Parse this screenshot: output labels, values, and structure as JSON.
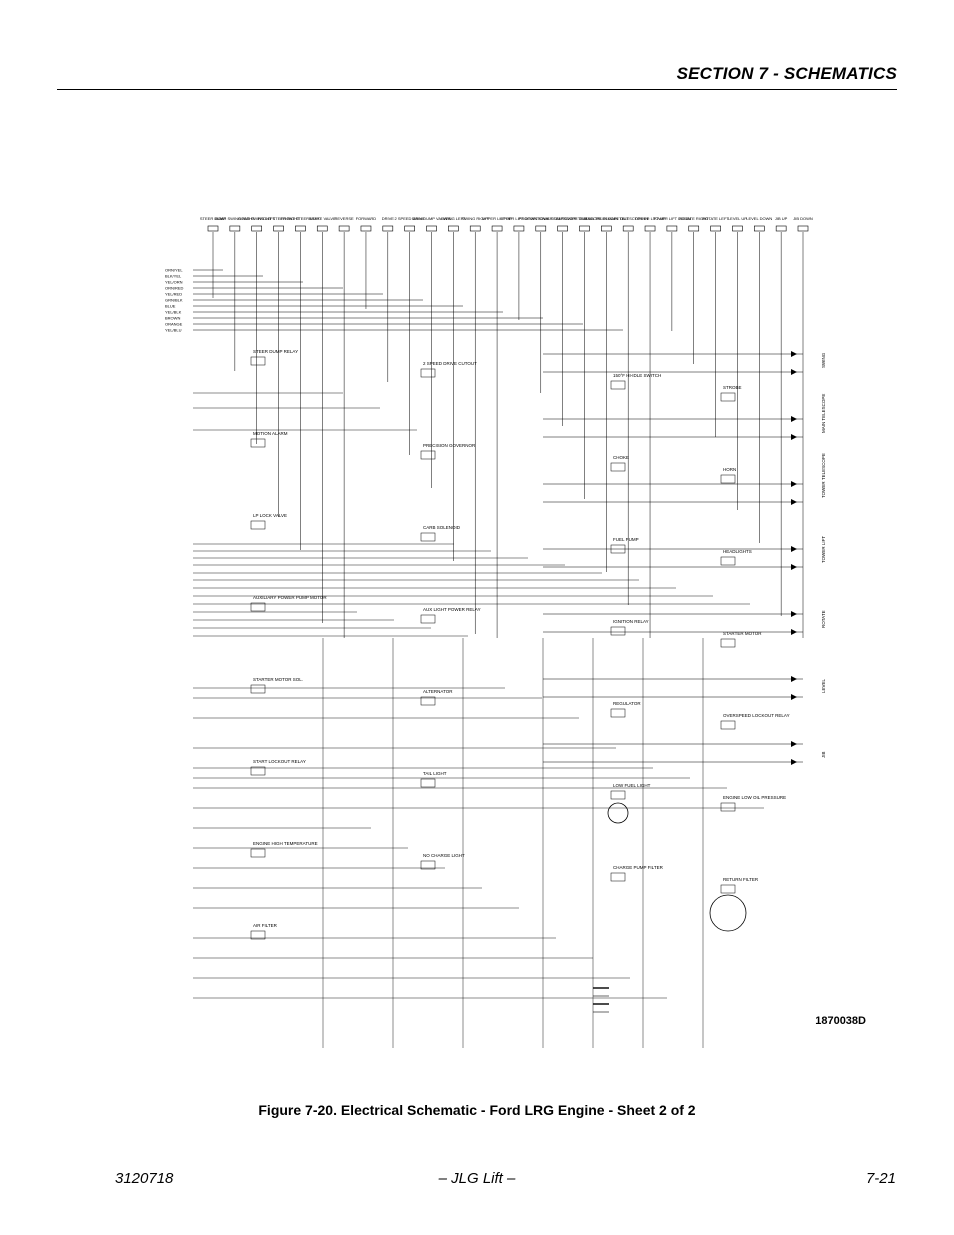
{
  "header": {
    "section_title": "SECTION 7 - SCHEMATICS"
  },
  "schematic": {
    "top_labels": [
      "STEER DUMP",
      "BOAR SWING RIGHT",
      "BOAR SWING LEFT",
      "FRONT STEER RIGHT",
      "FRONT STEER LEFT",
      "BRAKE VALVE",
      "REVERSE",
      "FORWARD",
      "DRIVE",
      "2 SPEED DRIVE",
      "MAIN DUMP VALVES",
      "SWING LEFT",
      "SWING RIGHT",
      "UPPER LIFT UP",
      "UPPER LIFT DOWN",
      "PROPORTIONAL DUMP",
      "TOWER TELESCOPE OUT",
      "TOWER TELESCOPE IN",
      "MAIN TELESCOPE OUT",
      "MAIN TELESCOPE IN",
      "TOWER LIFT UP",
      "TOWER LIFT DOWN",
      "ROTATE RIGHT",
      "ROTATE LEFT",
      "LEVEL UP",
      "LEVEL DOWN",
      "JIB UP",
      "JIB DOWN"
    ],
    "left_wires": [
      "ORN/YEL",
      "BLK/YEL",
      "YEL/ORN",
      "ORN/RED",
      "YEL/RED",
      "GRN/BLK",
      "BLUE",
      "YEL/BLK",
      "BROWN",
      "ORANGE",
      "YEL/BLU"
    ],
    "right_labels": [
      "SWING",
      "MAIN TELESCOPE",
      "TOWER TELESCOPE",
      "TOWER LIFT",
      "ROTATE",
      "LEVEL",
      "JIB"
    ],
    "component_labels": [
      "STEER DUMP RELAY",
      "2 SPEED DRIVE CUTOUT",
      "150°F HI-IDLE SWITCH",
      "STROBE",
      "MOTION ALARM",
      "PRECISION GOVERNOR",
      "CHOKE",
      "HORN",
      "LP LOCK VALVE",
      "CARB SOLENOID",
      "FUEL PUMP",
      "HEADLIGHTS",
      "AUXILIARY POWER PUMP MOTOR",
      "AUX LIGHT POWER RELAY",
      "IGNITION RELAY",
      "STARTER MOTOR",
      "STARTER MOTOR SOL.",
      "ALTERNATOR",
      "REGULATOR",
      "OVERSPEED LOCKOUT RELAY",
      "START LOCKOUT RELAY",
      "TAIL LIGHT",
      "LOW FUEL LIGHT",
      "ENGINE LOW OIL PRESSURE",
      "ENGINE HIGH TEMPERATURE",
      "NO CHARGE LIGHT",
      "CHARGE PUMP FILTER",
      "RETURN FILTER",
      "AIR FILTER"
    ]
  },
  "drawing_number": "1870038D",
  "caption": "Figure 7-20.  Electrical Schematic - Ford LRG Engine - Sheet 2 of 2",
  "footer": {
    "doc_number": "3120718",
    "publisher": "– JLG Lift –",
    "page_number": "7-21"
  }
}
